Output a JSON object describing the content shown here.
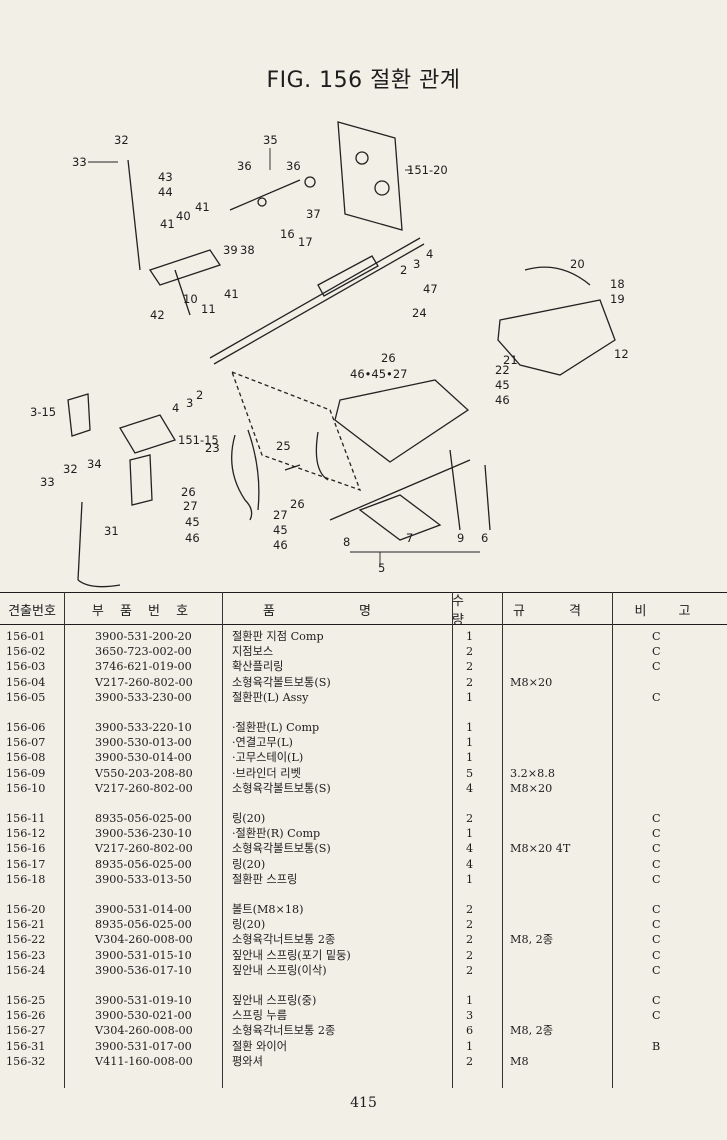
{
  "page": {
    "title": "FIG. 156 절환 관계",
    "page_number": "415"
  },
  "diagram": {
    "callouts": [
      "32",
      "33",
      "35",
      "36",
      "36",
      "43",
      "44",
      "41",
      "40",
      "41",
      "39",
      "38",
      "37",
      "16",
      "17",
      "151-20",
      "2",
      "3",
      "4",
      "20",
      "18",
      "19",
      "10",
      "11",
      "42",
      "41",
      "47",
      "24",
      "12",
      "26",
      "46•45•27",
      "21",
      "22",
      "45",
      "46",
      "4",
      "3",
      "2",
      "3-15",
      "151-15",
      "23",
      "25",
      "34",
      "32",
      "33",
      "26",
      "27",
      "45",
      "46",
      "27",
      "26",
      "45",
      "46",
      "31",
      "8",
      "7",
      "9",
      "6",
      "5"
    ]
  },
  "table": {
    "headers": [
      "견출번호",
      "부 품 번 호",
      "품 명",
      "수 량",
      "규 격",
      "비 고"
    ],
    "groups": [
      [
        [
          "156-01",
          "3900-531-200-20",
          "절환판 지점 Comp",
          "1",
          "",
          "C"
        ],
        [
          "156-02",
          "3650-723-002-00",
          "지점보스",
          "2",
          "",
          "C"
        ],
        [
          "156-03",
          "3746-621-019-00",
          "확산플리링",
          "2",
          "",
          "C"
        ],
        [
          "156-04",
          "V217-260-802-00",
          "소형육각볼트보통(S)",
          "2",
          "M8×20",
          ""
        ],
        [
          "156-05",
          "3900-533-230-00",
          "절환판(L) Assy",
          "1",
          "",
          "C"
        ]
      ],
      [
        [
          "156-06",
          "3900-533-220-10",
          "·절환판(L) Comp",
          "1",
          "",
          ""
        ],
        [
          "156-07",
          "3900-530-013-00",
          "·연결고무(L)",
          "1",
          "",
          ""
        ],
        [
          "156-08",
          "3900-530-014-00",
          "·고무스테이(L)",
          "1",
          "",
          ""
        ],
        [
          "156-09",
          "V550-203-208-80",
          "·브라인더 리벳",
          "5",
          "3.2×8.8",
          ""
        ],
        [
          "156-10",
          "V217-260-802-00",
          "소형육각볼트보통(S)",
          "4",
          "M8×20",
          ""
        ]
      ],
      [
        [
          "156-11",
          "8935-056-025-00",
          "링(20)",
          "2",
          "",
          "C"
        ],
        [
          "156-12",
          "3900-536-230-10",
          "·절환판(R) Comp",
          "1",
          "",
          "C"
        ],
        [
          "156-16",
          "V217-260-802-00",
          "소형육각볼트보통(S)",
          "4",
          "M8×20 4T",
          "C"
        ],
        [
          "156-17",
          "8935-056-025-00",
          "링(20)",
          "4",
          "",
          "C"
        ],
        [
          "156-18",
          "3900-533-013-50",
          "절환판 스프링",
          "1",
          "",
          "C"
        ]
      ],
      [
        [
          "156-20",
          "3900-531-014-00",
          "볼트(M8×18)",
          "2",
          "",
          "C"
        ],
        [
          "156-21",
          "8935-056-025-00",
          "링(20)",
          "2",
          "",
          "C"
        ],
        [
          "156-22",
          "V304-260-008-00",
          "소형육각너트보통 2종",
          "2",
          "M8, 2종",
          "C"
        ],
        [
          "156-23",
          "3900-531-015-10",
          "짚안내 스프링(포기 밑둥)",
          "2",
          "",
          "C"
        ],
        [
          "156-24",
          "3900-536-017-10",
          "짚안내 스프링(이삭)",
          "2",
          "",
          "C"
        ]
      ],
      [
        [
          "156-25",
          "3900-531-019-10",
          "짚안내 스프링(중)",
          "1",
          "",
          "C"
        ],
        [
          "156-26",
          "3900-530-021-00",
          "스프링 누름",
          "3",
          "",
          "C"
        ],
        [
          "156-27",
          "V304-260-008-00",
          "소형육각너트보통 2종",
          "6",
          "M8, 2종",
          ""
        ],
        [
          "156-31",
          "3900-531-017-00",
          "절환 와이어",
          "1",
          "",
          "B"
        ],
        [
          "156-32",
          "V411-160-008-00",
          "평와셔",
          "2",
          "M8",
          ""
        ]
      ]
    ]
  }
}
